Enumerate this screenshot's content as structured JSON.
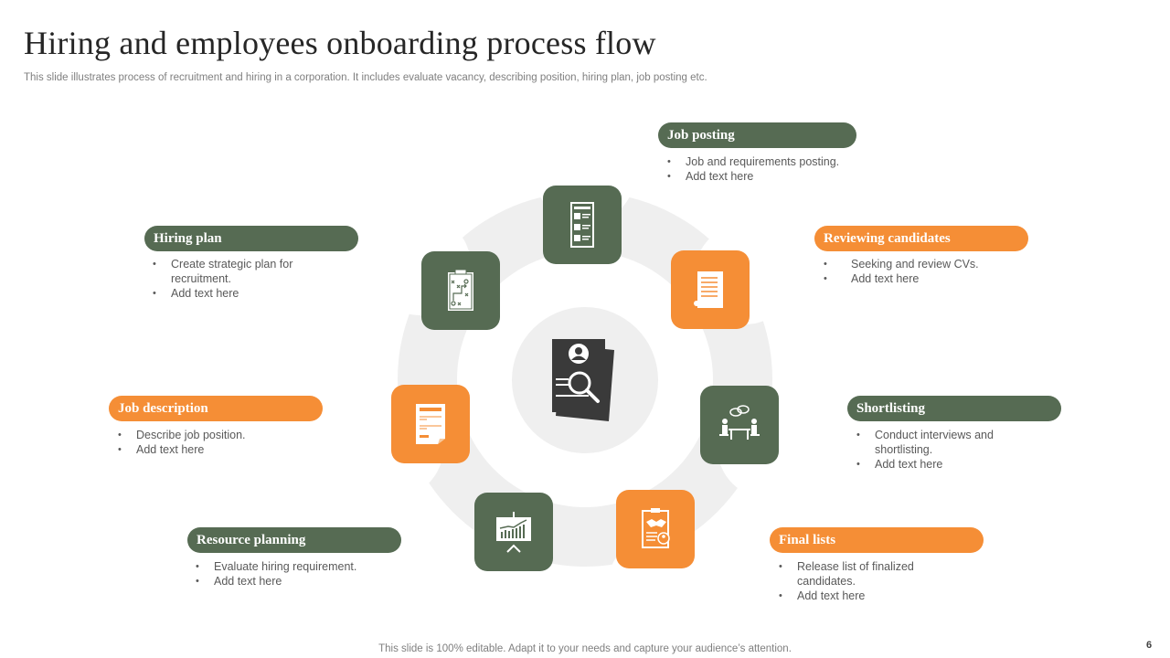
{
  "slide": {
    "title": "Hiring and employees onboarding process flow",
    "subtitle": "This slide illustrates process of recruitment and hiring in a corporation. It includes evaluate vacancy,  describing position, hiring plan, job posting etc.",
    "footer": "This slide is 100% editable. Adapt it to your needs and capture your audience’s attention.",
    "page_number": "6"
  },
  "colors": {
    "green": "#566b53",
    "orange": "#f58e36",
    "ring": "#efefef",
    "center_icon": "#3a3a3a"
  },
  "center": {
    "icon": "resume-search-icon"
  },
  "steps": [
    {
      "title": "Job posting",
      "color": "green",
      "icon": "job-board-icon",
      "bullets": [
        "Job and requirements  posting.",
        "Add text here"
      ]
    },
    {
      "title": "Reviewing candidates",
      "color": "orange",
      "icon": "scroll-document-icon",
      "bullets": [
        "Seeking and review  CVs.",
        "Add text here"
      ]
    },
    {
      "title": "Shortlisting",
      "color": "green",
      "icon": "interview-meeting-icon",
      "bullets": [
        "Conduct  interviews  and shortlisting.",
        "Add text here"
      ]
    },
    {
      "title": "Final  lists",
      "color": "orange",
      "icon": "handshake-clipboard-icon",
      "bullets": [
        "Release  list of finalized candidates.",
        "Add text here"
      ]
    },
    {
      "title": "Resource planning",
      "color": "green",
      "icon": "presentation-chart-icon",
      "bullets": [
        "Evaluate  hiring  requirement.",
        "Add text here"
      ]
    },
    {
      "title": "Job description",
      "color": "orange",
      "icon": "document-icon",
      "bullets": [
        "Describe  job position.",
        "Add text here"
      ]
    },
    {
      "title": "Hiring  plan",
      "color": "green",
      "icon": "strategy-clipboard-icon",
      "bullets": [
        "Create  strategic  plan  for recruitment.",
        "Add text here"
      ]
    }
  ]
}
